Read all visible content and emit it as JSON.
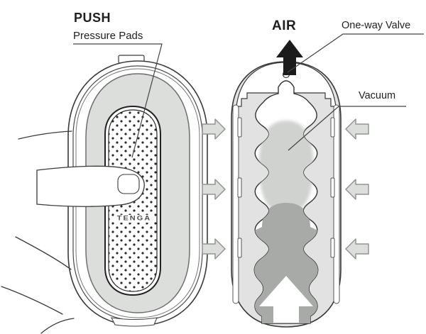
{
  "figure": {
    "description_left": "device exterior pressed by hand",
    "description_right": "device cross-section airflow",
    "labels": {
      "push": "PUSH",
      "pressure_pads": "Pressure Pads",
      "air": "AIR",
      "one_way_valve": "One-way Valve",
      "vacuum": "Vacuum",
      "brand": "TENGA"
    },
    "colors": {
      "background": "#ffffff",
      "outline": "#3a3a3a",
      "shell_gray": "#dcdedc",
      "body_gray": "#e1e2e1",
      "vacuum_gray": "#d0d2d0",
      "channel_dark": "#a8aaa8",
      "side_arrow_fill": "#dcdedc",
      "side_arrow_stroke": "#939593",
      "air_arrow": "#1b1b1b",
      "text": "#1f1f1f"
    }
  }
}
